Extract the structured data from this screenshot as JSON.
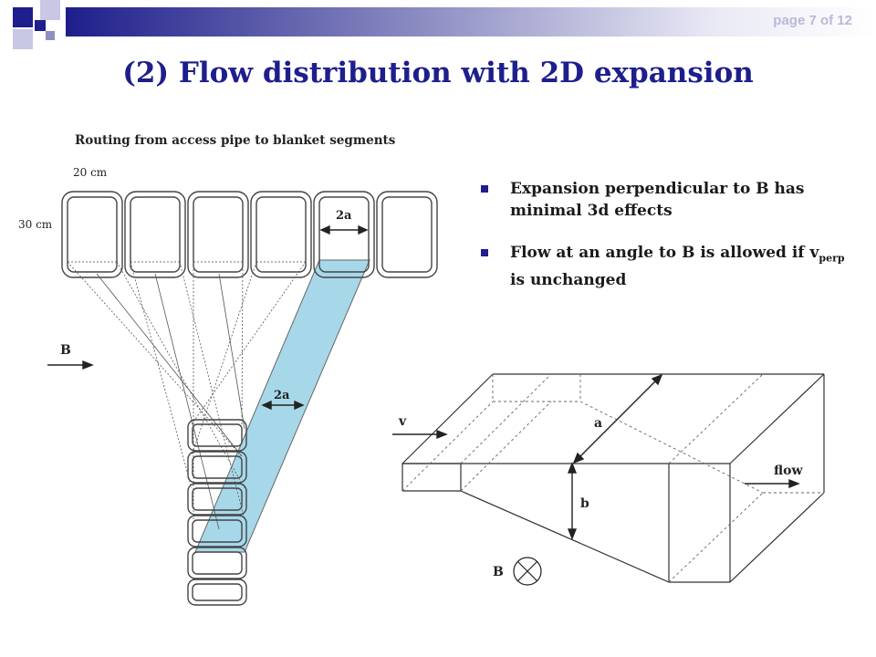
{
  "header": {
    "page_indicator": "page 7 of 12"
  },
  "title": "(2) Flow distribution with 2D expansion",
  "left_figure": {
    "caption": "Routing from access pipe to blanket segments",
    "width_label": "20 cm",
    "height_label": "30 cm",
    "top_dim_label": "2a",
    "mid_dim_label": "2a",
    "field_label": "B"
  },
  "bullets": [
    {
      "text": "Expansion perpendicular to B has minimal 3d effects"
    },
    {
      "text_before": "Flow at an angle to B is allowed if v",
      "subscript": "perp",
      "text_after": " is unchanged"
    }
  ],
  "right_figure": {
    "inlet_label": "v",
    "dim_a_label": "a",
    "dim_b_label": "b",
    "outlet_label": "flow",
    "field_label": "B"
  },
  "colors": {
    "title": "#1e1e8c",
    "bullet_marker": "#1e1e8c",
    "highlight_band": "#a7d8ea",
    "page_indicator": "#b9b9d8"
  }
}
